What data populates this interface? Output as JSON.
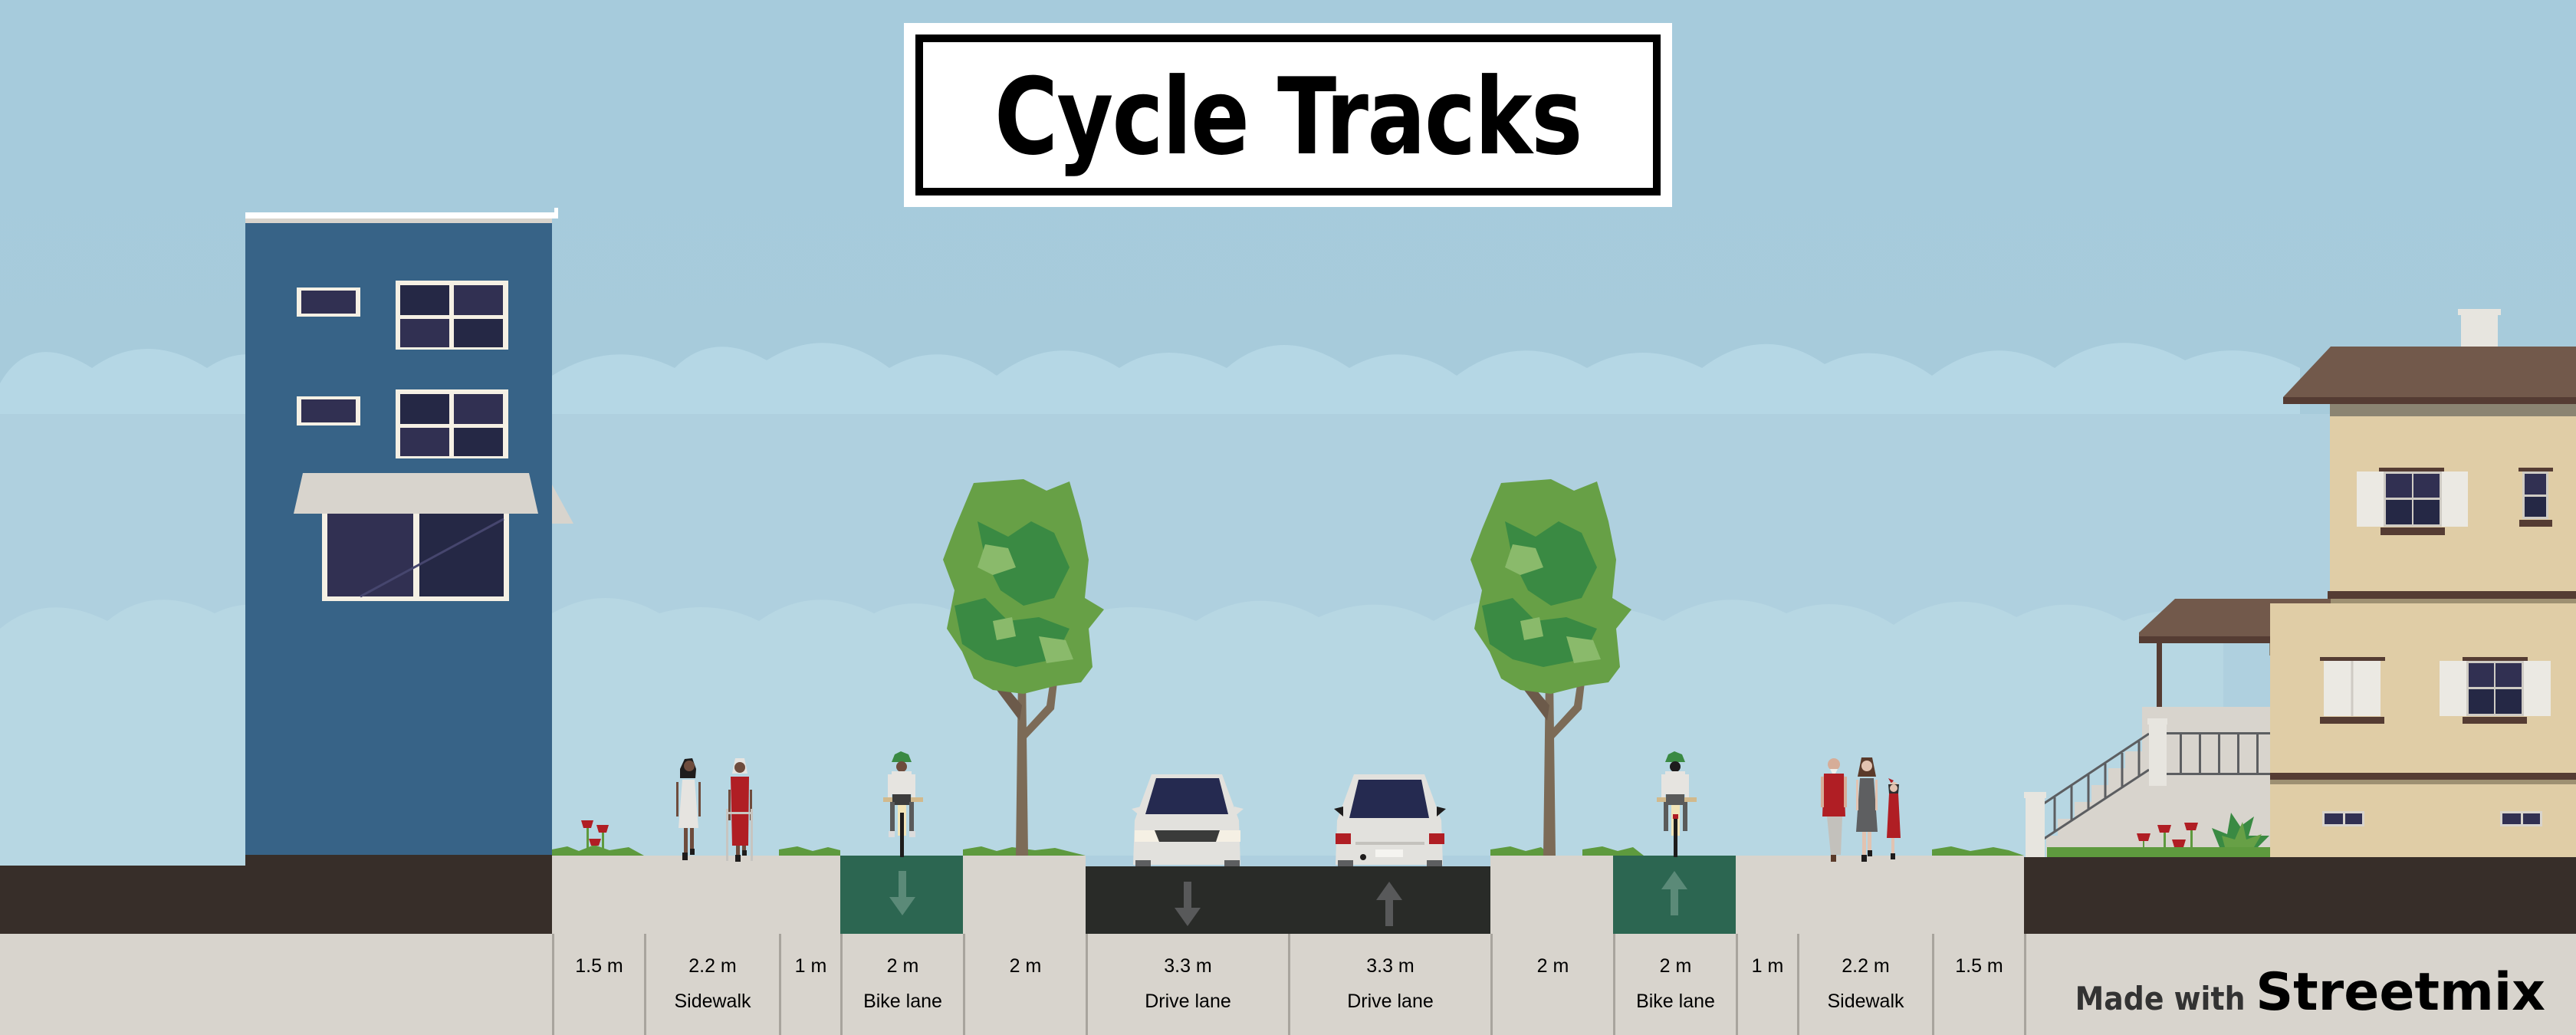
{
  "title": "Cycle Tracks",
  "credit": {
    "made_with": "Made with",
    "brand": "Streetmix"
  },
  "colors": {
    "sky": "#a7cbdb",
    "sidewalk": "#d8d4cd",
    "bike_lane": "#2c6651",
    "drive_lane": "#292b28",
    "dirt": "#372e29",
    "building_blue": "#376387",
    "house_tan": "#e0cda6",
    "roof_brown": "#72594b"
  },
  "segments": [
    {
      "width": "1.5 m",
      "name": "",
      "type": "planting-strip"
    },
    {
      "width": "2.2 m",
      "name": "Sidewalk",
      "type": "sidewalk"
    },
    {
      "width": "1 m",
      "name": "",
      "type": "planting-strip"
    },
    {
      "width": "2 m",
      "name": "Bike lane",
      "type": "bike-lane",
      "direction": "inbound"
    },
    {
      "width": "2 m",
      "name": "",
      "type": "tree-buffer"
    },
    {
      "width": "3.3 m",
      "name": "Drive lane",
      "type": "drive-lane",
      "direction": "inbound"
    },
    {
      "width": "3.3 m",
      "name": "Drive lane",
      "type": "drive-lane",
      "direction": "outbound"
    },
    {
      "width": "2 m",
      "name": "",
      "type": "tree-buffer"
    },
    {
      "width": "2 m",
      "name": "Bike lane",
      "type": "bike-lane",
      "direction": "outbound"
    },
    {
      "width": "1 m",
      "name": "",
      "type": "planting-strip"
    },
    {
      "width": "2.2 m",
      "name": "Sidewalk",
      "type": "sidewalk"
    },
    {
      "width": "1.5 m",
      "name": "",
      "type": "planting-strip"
    }
  ],
  "buildings": {
    "left": {
      "type": "blue-apartment",
      "floors": 3
    },
    "right": {
      "type": "tan-house-with-porch",
      "floors": 3
    }
  }
}
